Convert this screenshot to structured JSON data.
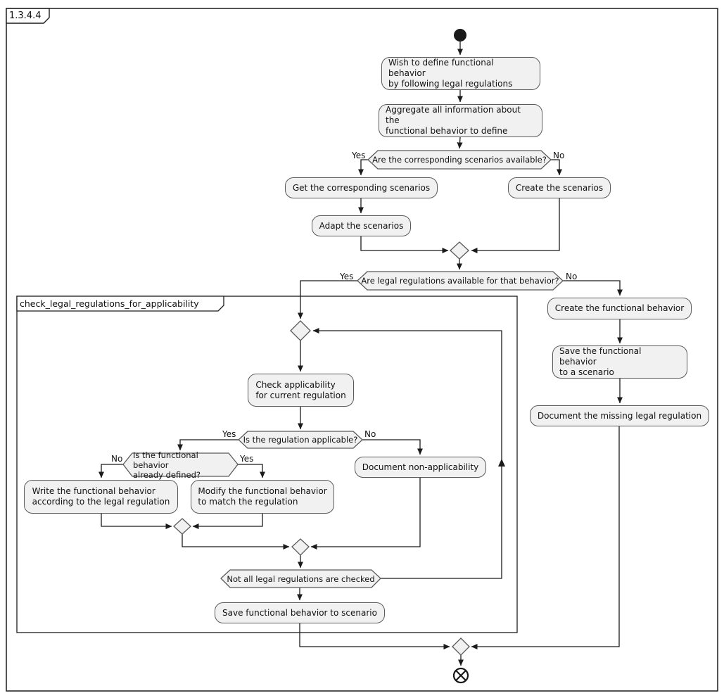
{
  "outer_frame": {
    "label": "1.3.4.4"
  },
  "inner_frame": {
    "label": "check_legal_regulations_for_applicability"
  },
  "activities": {
    "wish": "Wish to define functional behavior\nby following legal regulations",
    "aggregate": "Aggregate all information about the\nfunctional behavior to define",
    "get_scenarios": "Get the corresponding scenarios",
    "create_scenarios": "Create the scenarios",
    "adapt_scenarios": "Adapt the scenarios",
    "create_functional_behavior": "Create the functional behavior",
    "save_functional_behavior_to_scenario": "Save the functional behavior\nto a scenario",
    "document_missing_regulation": "Document the missing legal regulation",
    "check_applicability": "Check applicability\nfor current regulation",
    "write_functional_behavior": "Write the functional behavior\naccording to the legal regulation",
    "modify_functional_behavior": "Modify the functional behavior\nto match the regulation",
    "document_non_applicability": "Document non-applicability",
    "save_functional_behavior": "Save functional behavior to scenario"
  },
  "decisions": {
    "scenarios_available": "Are the corresponding scenarios available?",
    "legal_regulations_available": "Are legal regulations available for that behavior?",
    "regulation_applicable": "Is the regulation applicable?",
    "behavior_already_defined": "Is the functional behavior\nalready defined?",
    "not_all_checked": "Not all legal regulations are checked"
  },
  "branch_labels": {
    "yes": "Yes",
    "no": "No"
  },
  "colors": {
    "background": "#ffffff",
    "node_fill": "#f1f1f2",
    "node_border": "#5a5a5a",
    "line": "#1b1b1b",
    "frame_border": "#1c1c1c",
    "start_node": "#1a1a1a"
  }
}
